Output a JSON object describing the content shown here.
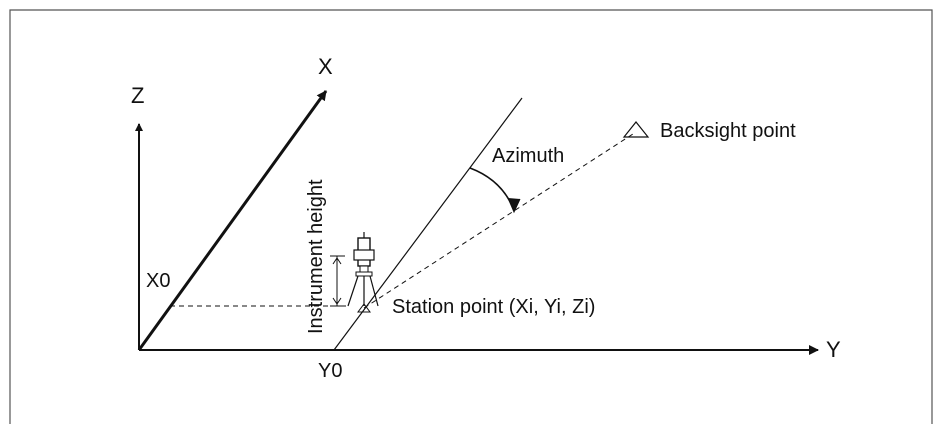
{
  "diagram": {
    "labels": {
      "z_axis": "Z",
      "x_axis": "X",
      "y_axis": "Y",
      "x0": "X0",
      "y0": "Y0",
      "azimuth": "Azimuth",
      "backsight_point": "Backsight point",
      "station_point": "Station point (Xi, Yi, Zi)",
      "instrument_height": "Instrument height"
    },
    "colors": {
      "stroke": "#111111",
      "frame": "#555555",
      "background": "#ffffff"
    }
  }
}
